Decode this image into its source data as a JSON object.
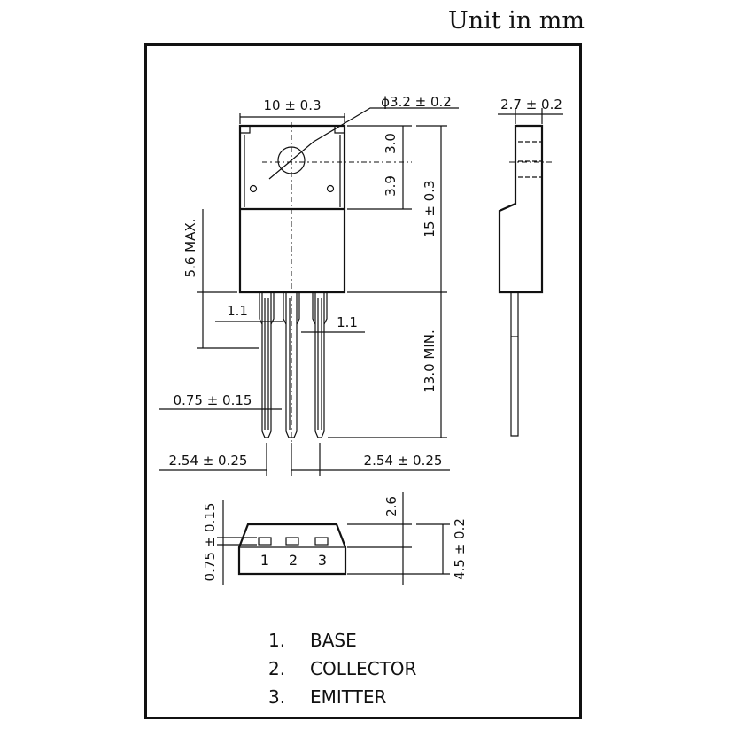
{
  "header": {
    "unit_label": "Unit in mm"
  },
  "dimensions": {
    "body_width": "10 ± 0.3",
    "hole_diameter": "ϕ3.2 ± 0.2",
    "side_thickness": "2.7 ± 0.2",
    "hole_top": "3.0",
    "hole_to_step": "3.9",
    "body_height": "15 ± 0.3",
    "lead_shoulder": "5.6 MAX.",
    "lead_width_left": "1.1",
    "lead_width_right": "1.1",
    "lead_length": "13.0 MIN.",
    "lead_thickness": "0.75 ± 0.15",
    "pitch_left": "2.54 ± 0.25",
    "pitch_right": "2.54 ± 0.25",
    "bottom_lead_thickness": "0.75 ± 0.15",
    "bottom_offset": "2.6",
    "bottom_depth": "4.5 ± 0.2"
  },
  "pins": [
    {
      "number": "1",
      "name": "BASE",
      "legend_number": "1."
    },
    {
      "number": "2",
      "name": "COLLECTOR",
      "legend_number": "2."
    },
    {
      "number": "3",
      "name": "EMITTER",
      "legend_number": "3."
    }
  ]
}
